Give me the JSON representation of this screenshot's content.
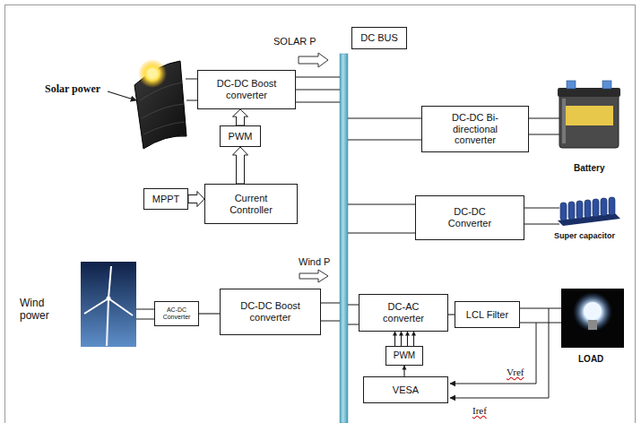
{
  "diagram": {
    "nodes": [
      {
        "text": [
          "DC BUS"
        ]
      },
      {
        "text": [
          "DC-DC Boost converter"
        ]
      },
      {
        "text": [
          "PWM"
        ]
      },
      {
        "text": [
          "Current Controller"
        ]
      },
      {
        "text": [
          "MPPT"
        ]
      },
      {
        "text": [
          "DC-DC Bi-directional converter"
        ]
      },
      {
        "text": [
          "DC-DC Converter"
        ]
      },
      {
        "text": [
          "AC-DC Converter"
        ]
      },
      {
        "text": [
          "DC-DC Boost converter"
        ]
      },
      {
        "text": [
          "DC-AC converter"
        ]
      },
      {
        "text": [
          "LCL Filter"
        ]
      },
      {
        "text": [
          "PWM"
        ]
      },
      {
        "text": [
          "VESA"
        ]
      }
    ],
    "edges": [
      {
        "from": 2,
        "to": 1,
        "arrow": "to"
      },
      {
        "from": 3,
        "to": 2,
        "arrow": "to"
      },
      {
        "from": 4,
        "to": 3,
        "arrow": "to"
      },
      {
        "from": 7,
        "to": 8,
        "arrow": "none"
      },
      {
        "from": 9,
        "to": 10,
        "arrow": "none"
      },
      {
        "from": 11,
        "to": 9,
        "arrow": "to"
      },
      {
        "from": 11,
        "to": 9,
        "arrow": "to"
      },
      {
        "from": 11,
        "to": 9,
        "arrow": "to"
      },
      {
        "from": 11,
        "to": 9,
        "arrow": "to"
      },
      {
        "from": 12,
        "to": 11,
        "arrow": "to"
      }
    ],
    "labels": [
      "SOLAR P",
      "Solar power",
      "Battery",
      "Super capacitor",
      "Wind P",
      "Wind power",
      "LOAD",
      "Vref",
      "Iref"
    ]
  }
}
